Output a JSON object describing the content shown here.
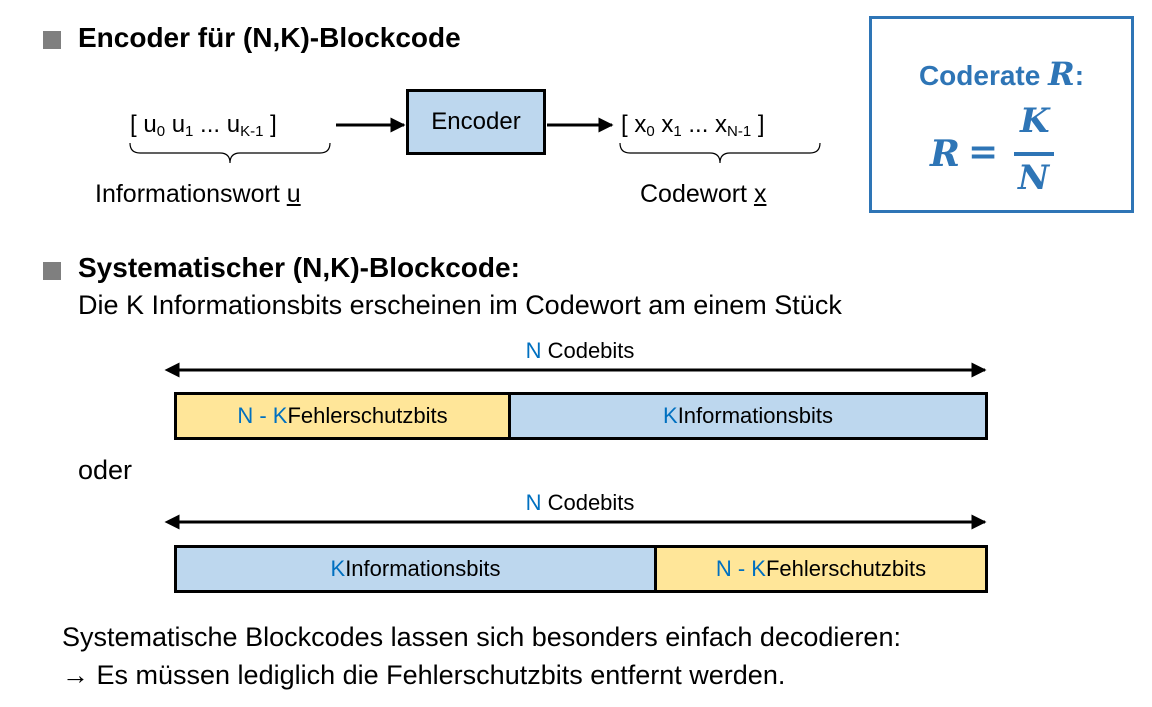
{
  "section1": {
    "heading": "Encoder für (N,K)-Blockcode",
    "input_vector": {
      "open": "[ u",
      "i0": "0",
      "mid1": " u",
      "i1": "1",
      "dots": " ... u",
      "ik": "K-1",
      "close": " ]"
    },
    "output_vector": {
      "open": "[ x",
      "i0": "0",
      "mid1": " x",
      "i1": "1",
      "dots": " ... x",
      "in": "N-1",
      "close": " ]"
    },
    "encoder_label": "Encoder",
    "input_caption": "Informationswort ",
    "input_caption_var": "u",
    "output_caption": "Codewort ",
    "output_caption_var": "x"
  },
  "rate_box": {
    "title": "Coderate ",
    "title_var": "R",
    "title_colon": ":",
    "lhs": "R",
    "equals": "=",
    "numerator": "K",
    "denominator": "N"
  },
  "section2": {
    "heading": "Systematischer (N,K)-Blockcode:",
    "subtext": "Die K Informationsbits erscheinen im Codewort am einem Stück",
    "codebits_N": "N",
    "codebits_label": " Codebits",
    "bar1": {
      "left": {
        "var": "N - K",
        "label": " Fehlerschutzbits"
      },
      "right": {
        "var": "K",
        "label": " Informationsbits"
      }
    },
    "or_label": "oder",
    "bar2": {
      "left": {
        "var": "K",
        "label": " Informationsbits"
      },
      "right": {
        "var": "N - K",
        "label": " Fehlerschutzbits"
      }
    }
  },
  "conclusion": {
    "line1": "Systematische Blockcodes lassen sich besonders einfach decodieren:",
    "line2": "→ Es müssen lediglich die Fehlerschutzbits entfernt werden."
  },
  "colors": {
    "accent_blue": "#2e75b6",
    "label_blue": "#0070c0",
    "info_fill": "#bdd7ee",
    "parity_fill": "#ffe699",
    "bullet_gray": "#7f7f7f"
  }
}
